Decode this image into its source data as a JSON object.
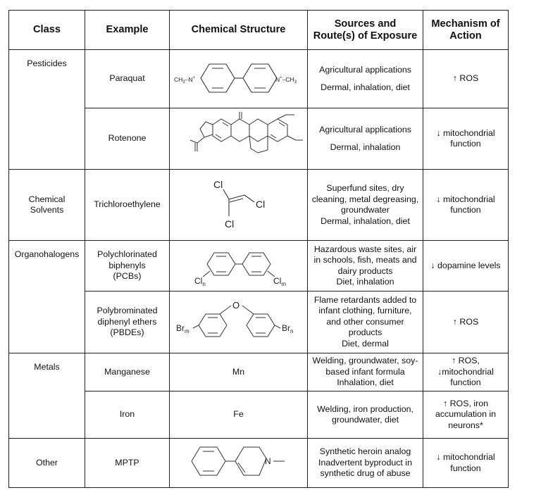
{
  "headers": {
    "class": "Class",
    "example": "Example",
    "structure": "Chemical Structure",
    "sources_l1": "Sources and",
    "sources_l2": "Route(s) of Exposure",
    "mechanism_l1": "Mechanism of",
    "mechanism_l2": "Action"
  },
  "classes": {
    "pesticides": "Pesticides",
    "solvents_l1": "Chemical",
    "solvents_l2": "Solvents",
    "organohalogens": "Organohalogens",
    "metals": "Metals",
    "other": "Other"
  },
  "rows": {
    "paraquat": {
      "example": "Paraquat",
      "label_left": "CH3–N+",
      "label_right": "N+–CH3",
      "sources_l1": "Agricultural applications",
      "sources_l2": "Dermal, inhalation, diet",
      "mechanism": "↑ ROS"
    },
    "rotenone": {
      "example": "Rotenone",
      "sources_l1": "Agricultural applications",
      "sources_l2": "Dermal, inhalation",
      "mechanism_l1": "↓ mitochondrial",
      "mechanism_l2": "function"
    },
    "tce": {
      "example": "Trichloroethylene",
      "cl": "Cl",
      "sources_l1": "Superfund sites, dry",
      "sources_l2": "cleaning, metal degreasing,",
      "sources_l3": "groundwater",
      "sources_l4": "Dermal, inhalation, diet",
      "mechanism_l1": "↓ mitochondrial",
      "mechanism_l2": "function"
    },
    "pcb": {
      "example_l1": "Polychlorinated",
      "example_l2": "biphenyls",
      "example_l3": "(PCBs)",
      "cl_n": "Cl",
      "sub_n": "n",
      "cl_m": "Cl",
      "sub_m": "m",
      "sources_l1": "Hazardous waste sites, air",
      "sources_l2": "in schools, fish, meats and",
      "sources_l3": "dairy products",
      "sources_l4": "Diet, inhalation",
      "mechanism": "↓ dopamine levels"
    },
    "pbde": {
      "example_l1": "Polybrominated",
      "example_l2": "diphenyl ethers",
      "example_l3": "(PBDEs)",
      "br_m": "Br",
      "sub_m": "m",
      "br_n": "Br",
      "sub_n": "n",
      "o": "O",
      "sources_l1": "Flame retardants added to",
      "sources_l2": "infant clothing, furniture,",
      "sources_l3": "and other consumer",
      "sources_l4": "products",
      "sources_l5": "Diet, dermal",
      "mechanism": "↑ ROS"
    },
    "manganese": {
      "example": "Manganese",
      "structure": "Mn",
      "sources_l1": "Welding, groundwater, soy-",
      "sources_l2": "based infant formula",
      "sources_l3": "Inhalation, diet",
      "mechanism_l1": "↑ ROS,",
      "mechanism_l2": "↓mitochondrial",
      "mechanism_l3": "function"
    },
    "iron": {
      "example": "Iron",
      "structure": "Fe",
      "sources_l1": "Welding, iron production,",
      "sources_l2": "groundwater, diet",
      "mechanism_l1": "↑ ROS, iron",
      "mechanism_l2": "accumulation in",
      "mechanism_l3": "neurons*"
    },
    "mptp": {
      "example": "MPTP",
      "n": "N",
      "sources_l1": "Synthetic heroin analog",
      "sources_l2": "Inadvertent byproduct in",
      "sources_l3": "synthetic drug of abuse",
      "mechanism_l1": "↓ mitochondrial",
      "mechanism_l2": "function"
    }
  }
}
